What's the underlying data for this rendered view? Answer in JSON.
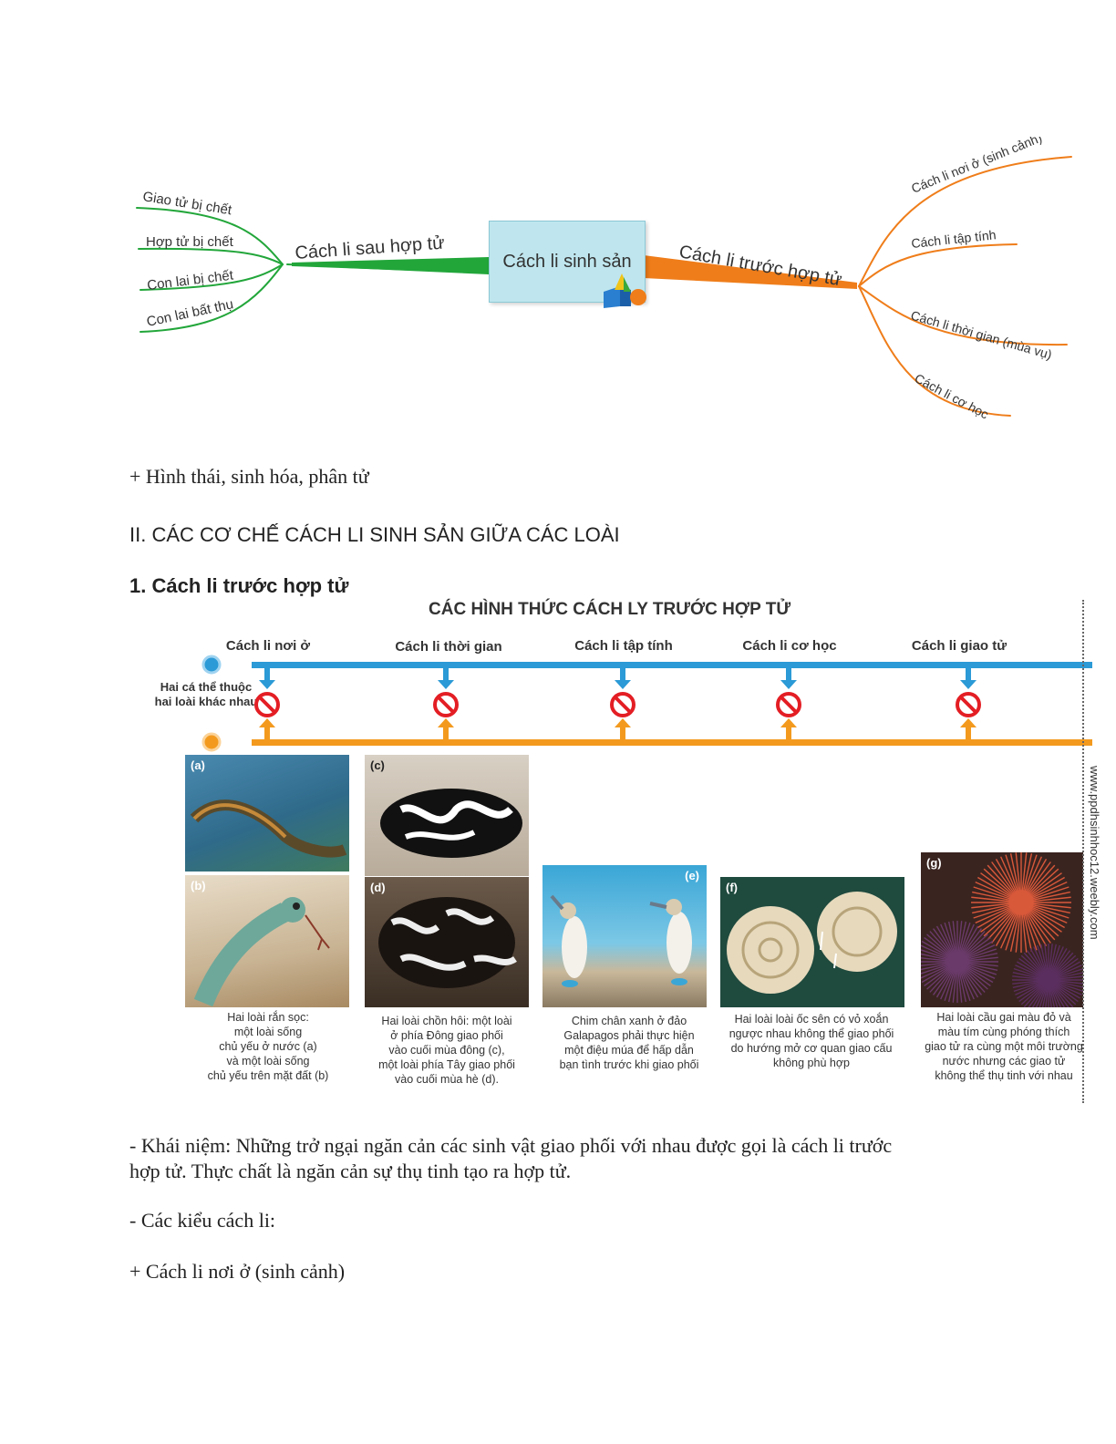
{
  "mindmap": {
    "center": "Cách li sinh sản",
    "left_branch": "Cách li sau hợp tử",
    "left_items": [
      "Giao tử bị chết",
      "Hợp tử bị chết",
      "Con lai bị chết",
      "Con lai bất thụ"
    ],
    "right_branch": "Cách li trước hợp tử",
    "right_items": [
      "Cách li nơi ở (sinh cảnh)",
      "Cách li tập tính",
      "Cách li thời gian (mùa vụ)",
      "Cách li cơ học"
    ],
    "colors": {
      "left": "#22a63a",
      "right": "#ef7d1a",
      "center_bg": "#bfe6ee"
    }
  },
  "text": {
    "line1": "+ Hình thái, sinh hóa, phân tử",
    "heading2": "II. CÁC CƠ CHẾ CÁCH LI SINH SẢN GIỮA CÁC LOÀI",
    "heading3": "1. Cách li trước hợp tử",
    "para1a": "- Khái niệm: Những trở ngại ngăn cản các sinh vật giao phối với nhau được gọi là cách li trước",
    "para1b": "hợp tử. Thực chất là ngăn cản sự thụ tinh tạo ra hợp tử.",
    "para2": "- Các kiểu cách li:",
    "para3": "+ Cách li nơi ở (sinh cảnh)"
  },
  "figure": {
    "title": "CÁC HÌNH THỨC CÁCH LY TRƯỚC HỢP TỬ",
    "labels": [
      "Cách li nơi ở",
      "Cách li thời gian",
      "Cách li tập tính",
      "Cách li cơ học",
      "Cách li giao tử"
    ],
    "side_label": "Hai cá thể thuộc hai loài khác nhau",
    "photo_tags": [
      "(a)",
      "(b)",
      "(c)",
      "(d)",
      "(e)",
      "(f)",
      "(g)"
    ],
    "captions": [
      "Hai loài rắn sọc:\nmột loài sống\nchủ yếu ở nước (a)\nvà một loài sống\nchủ yếu trên mặt đất (b)",
      "Hai loài chồn hôi: một loài\nở phía Đông giao phối\nvào cuối mùa đông (c),\nmột loài phía Tây giao phối\nvào cuối mùa hè (d).",
      "Chim chân xanh ở đảo\nGalapagos phải thực hiện\nmột điệu múa để hấp dẫn\nbạn tình trước khi giao phối",
      "Hai loài loài ốc sên có vỏ xoắn\nngược nhau không thể giao phối\ndo hướng mở cơ quan giao cấu\nkhông phù hợp",
      "Hai loài cầu gai màu đỏ và\nmàu tím cùng phóng thích\ngiao tử ra cùng một môi trường\nnước nhưng các giao tử\nkhông thể thụ tinh với nhau"
    ],
    "watermark": "www.ppdhsinhhoc12.weebly.com",
    "colors": {
      "top_line": "#2b9ad6",
      "bottom_line": "#f39a1e",
      "block": "#e31e24"
    }
  }
}
